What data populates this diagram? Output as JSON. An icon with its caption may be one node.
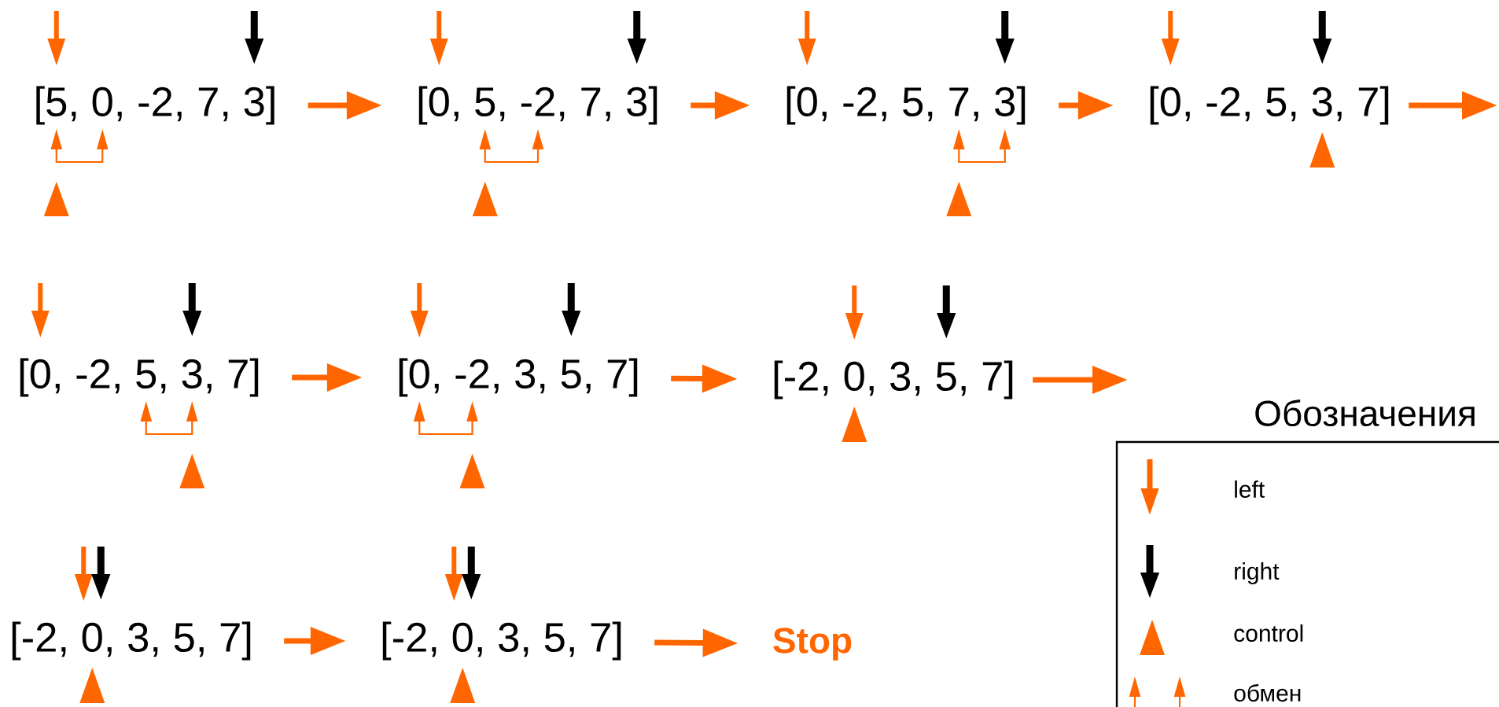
{
  "diagram": {
    "nodes": [
      {
        "text": [
          "[5, 0, -2, 7, 3]"
        ]
      },
      {
        "text": [
          "[0, 5, -2, 7, 3]"
        ]
      },
      {
        "text": [
          "[0, -2, 5, 7, 3]"
        ]
      },
      {
        "text": [
          "[0, -2, 5, 3, 7]"
        ]
      },
      {
        "text": [
          "[0, -2, 5, 3, 7]"
        ]
      },
      {
        "text": [
          "[0, -2, 3, 5, 7]"
        ]
      },
      {
        "text": [
          "[-2, 0, 3, 5, 7]"
        ]
      },
      {
        "text": [
          "[-2, 0, 3, 5, 7]"
        ]
      },
      {
        "text": [
          "[-2, 0, 3, 5, 7]"
        ]
      },
      {
        "text": [
          "Stop"
        ]
      }
    ],
    "edges": [
      {
        "from": 0,
        "to": 1,
        "arrow": "to"
      },
      {
        "from": 1,
        "to": 2,
        "arrow": "to"
      },
      {
        "from": 2,
        "to": 3,
        "arrow": "to"
      },
      {
        "from": 3,
        "to": null,
        "arrow": "to"
      },
      {
        "from": 4,
        "to": 5,
        "arrow": "to"
      },
      {
        "from": 5,
        "to": 6,
        "arrow": "to"
      },
      {
        "from": 6,
        "to": null,
        "arrow": "to"
      },
      {
        "from": 7,
        "to": 8,
        "arrow": "to"
      },
      {
        "from": 8,
        "to": 9,
        "arrow": "to"
      }
    ],
    "labels": [
      "Обозначения"
    ],
    "legend": [
      {
        "text": "left"
      },
      {
        "text": "right"
      },
      {
        "text": "control"
      },
      {
        "text": "обмен"
      }
    ]
  }
}
